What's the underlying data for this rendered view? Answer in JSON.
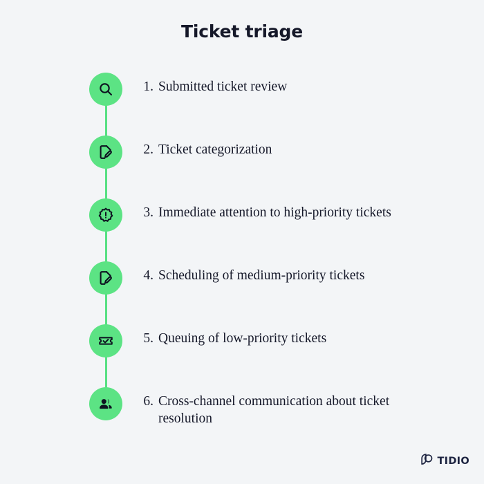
{
  "page": {
    "title": "Ticket triage",
    "background_color": "#f3f5f7",
    "accent_color": "#5ce384",
    "text_color": "#151829"
  },
  "timeline": {
    "steps": [
      {
        "number": "1.",
        "label": "Submitted ticket review",
        "icon": "magnifier-icon"
      },
      {
        "number": "2.",
        "label": "Ticket categorization",
        "icon": "document-edit-icon"
      },
      {
        "number": "3.",
        "label": "Immediate attention to high-priority tickets",
        "icon": "alert-badge-icon"
      },
      {
        "number": "4.",
        "label": "Scheduling of medium-priority tickets",
        "icon": "document-edit-icon"
      },
      {
        "number": "5.",
        "label": "Queuing of low-priority tickets",
        "icon": "ticket-check-icon"
      },
      {
        "number": "6.",
        "label": "Cross-channel communication about ticket resolution",
        "icon": "users-icon"
      }
    ]
  },
  "brand": {
    "name": "TIDIO",
    "logo_icon": "tidio-chat-bubble-icon"
  }
}
